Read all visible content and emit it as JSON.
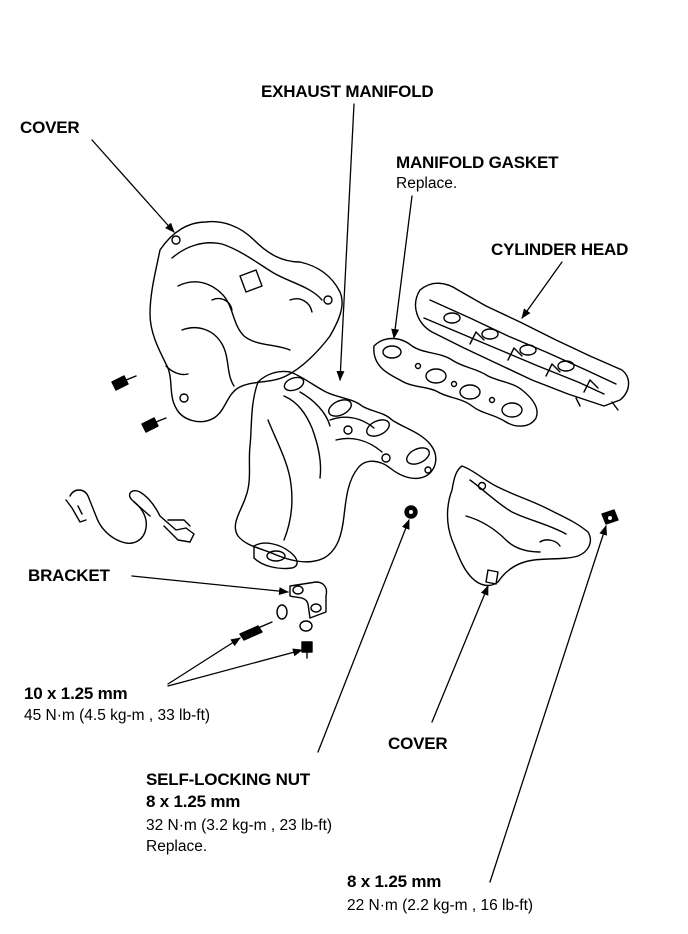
{
  "labels": {
    "exhaust_manifold": "EXHAUST MANIFOLD",
    "cover_top": "COVER",
    "manifold_gasket": "MANIFOLD GASKET",
    "manifold_gasket_note": "Replace.",
    "cylinder_head": "CYLINDER HEAD",
    "bracket": "BRACKET",
    "bolt_spec": "10 x 1.25 mm",
    "bolt_torque": "45  N·m (4.5  kg-m , 33  lb-ft)",
    "cover_bottom": "COVER",
    "nut_title": "SELF-LOCKING NUT",
    "nut_spec": " 8 x 1.25 mm",
    "nut_torque": "32  N·m (3.2  kg-m , 23  lb-ft)",
    "nut_note": "Replace.",
    "cover_bolt_spec": "8 x 1.25 mm",
    "cover_bolt_torque": "22  N·m (2.2  kg-m , 16  lb-ft)"
  }
}
